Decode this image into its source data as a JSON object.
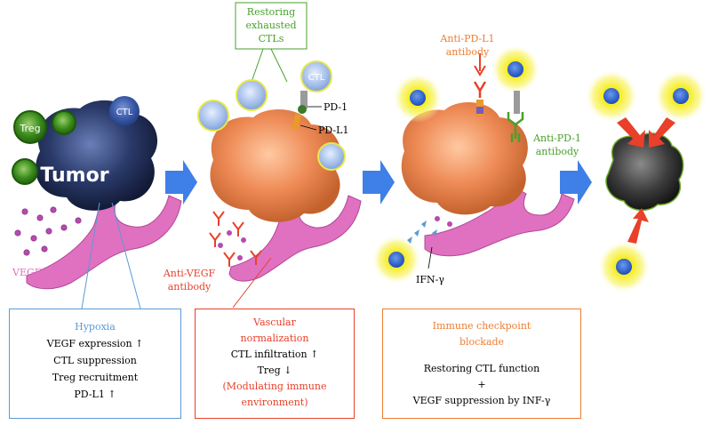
{
  "colors": {
    "tumor_dark": "#1f2d55",
    "tumor_orange": "#e8804a",
    "vessel": "#e070c0",
    "arrow_blue": "#3f7fe8",
    "ctl_blue": "#5a78c8",
    "treg_green": "#3c8c1e",
    "glow_yellow": "#f4ec2a",
    "red": "#e8402a",
    "green": "#49a02b",
    "orange": "#ee7d31",
    "light_blue": "#5b9bd5"
  },
  "panel1": {
    "treg_label": "Treg",
    "ctl_label": "CTL",
    "tumor_label": "Tumor",
    "vegf_label": "VEGF"
  },
  "panel2": {
    "restoring_label": "Restoring exhausted CTLs",
    "ctl_label": "CTL",
    "pd1_label": "PD-1",
    "pdl1_label": "PD-L1",
    "anti_vegf_label": "Anti-VEGF antibody"
  },
  "panel3": {
    "anti_pdl1_label": "Anti-PD-L1 antibody",
    "anti_pd1_label": "Anti-PD-1 antibody",
    "ifn_label": "IFN-γ"
  },
  "box1": {
    "title": "Hypoxia",
    "line1": "VEGF expression ↑",
    "line2": "CTL suppression",
    "line3": "Treg recruitment",
    "line4": "PD-L1 ↑"
  },
  "box2": {
    "title1": "Vascular",
    "title2": "normalization",
    "line1": "CTL infiltration ↑",
    "line2": "Treg ↓",
    "line3": "(Modulating immune",
    "line4": "environment)"
  },
  "box3": {
    "title1": "Immune checkpoint",
    "title2": "blockade",
    "line1": "Restoring CTL function",
    "line2": "+",
    "line3": "VEGF suppression by INF-γ"
  }
}
